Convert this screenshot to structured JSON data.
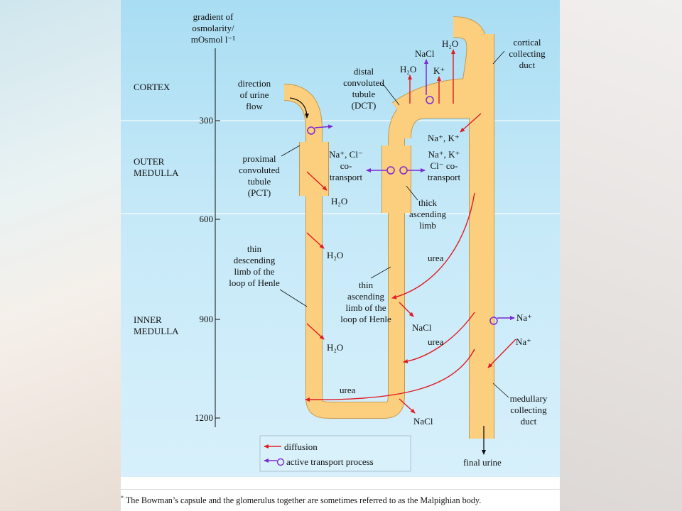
{
  "diagram": {
    "axis": {
      "title": [
        "gradient of",
        "osmolarity/",
        "mOsmol l⁻¹"
      ],
      "ticks": [
        "300",
        "600",
        "900",
        "1200"
      ]
    },
    "regions": {
      "cortex": [
        "CORTEX"
      ],
      "outer_medulla": [
        "OUTER",
        "MEDULLA"
      ],
      "inner_medulla": [
        "INNER",
        "MEDULLA"
      ]
    },
    "labels": {
      "direction": [
        "direction",
        "of urine",
        "flow"
      ],
      "pct": [
        "proximal",
        "convoluted",
        "tubule",
        "(PCT)"
      ],
      "thin_descending": [
        "thin",
        "descending",
        "limb of the",
        "loop of Henle"
      ],
      "dct": [
        "distal",
        "convoluted",
        "tubule",
        "(DCT)"
      ],
      "cortical_duct": [
        "cortical",
        "collecting",
        "duct"
      ],
      "cotransport_left": [
        "Na⁺, Cl⁻",
        "co-",
        "transport"
      ],
      "cotransport_right": [
        "Na⁺, K⁺",
        "Cl⁻ co-",
        "transport"
      ],
      "nak_right": "Na⁺, K⁺",
      "thick_ascending": [
        "thick",
        "ascending",
        "limb"
      ],
      "thin_ascending": [
        "thin",
        "ascending",
        "limb of the",
        "loop of Henle"
      ],
      "medullary_duct": [
        "medullary",
        "collecting",
        "duct"
      ],
      "final_urine": "final urine"
    },
    "molecules": {
      "nacl_top": "NaCl",
      "h2o_top_right": "H₂O",
      "h2o_top_left": "H₂O",
      "k_top": "K⁺",
      "h2o_pct": "H₂O",
      "h2o_desc1": "H₂O",
      "h2o_desc2": "H₂O",
      "urea_upper": "urea",
      "nacl_mid": "NaCl",
      "urea_mid": "urea",
      "na_active": "Na⁺",
      "na_diffuse": "Na⁺",
      "urea_bottom": "urea",
      "nacl_bottom": "NaCl"
    },
    "legend": {
      "diffusion": "diffusion",
      "active": "active transport process"
    },
    "colors": {
      "tubule": "#fbcf7e",
      "tubule_edge": "#c59a4e",
      "background": "#bfe6f6",
      "diffusion_arrow": "#e01b24",
      "active_arrow": "#7a2ad6"
    }
  },
  "footnote": {
    "marker": "*",
    "text": " The Bowman’s capsule and the glomerulus together are sometimes referred to as the Malpighian body."
  }
}
